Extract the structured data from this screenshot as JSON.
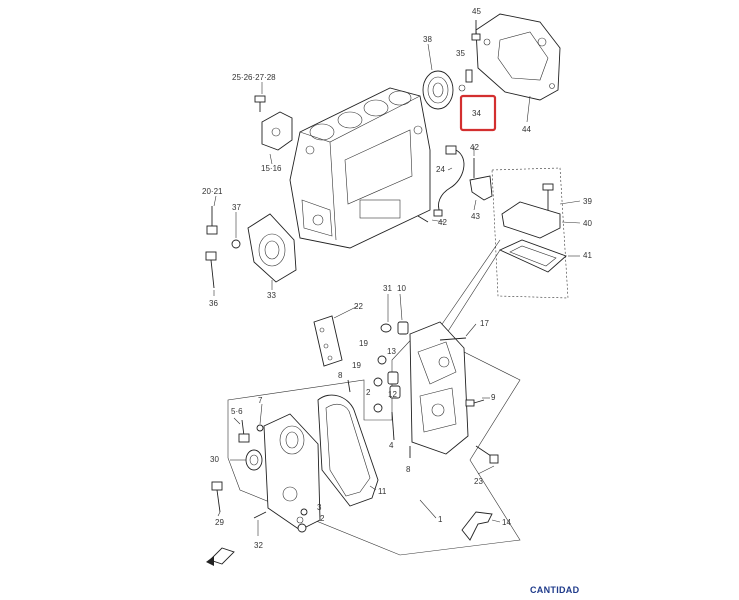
{
  "diagram": {
    "labels": {
      "l45": "45",
      "l38": "38",
      "l35": "35",
      "l34": "34",
      "l44": "44",
      "l252627": "25·26·27·28",
      "l1516": "15·16",
      "l42a": "42",
      "l24": "24",
      "l43": "43",
      "l42b": "42",
      "l2021": "20·21",
      "l37": "37",
      "l36": "36",
      "l33": "33",
      "l39": "39",
      "l40": "40",
      "l41": "41",
      "l22": "22",
      "l31": "31",
      "l10": "10",
      "l17": "17",
      "l19a": "19",
      "l13": "13",
      "l19b": "19",
      "l8a": "8",
      "l2a": "2",
      "l12": "12",
      "l4": "4",
      "l9": "9",
      "l56": "5·6",
      "l7": "7",
      "l8b": "8",
      "l30": "30",
      "l23": "23",
      "l11": "11",
      "l3": "3",
      "l2b": "2",
      "l1": "1",
      "l29": "29",
      "l32": "32",
      "l14": "14"
    },
    "highlight_color": "#d32f2f"
  },
  "footer": {
    "label": "CANTIDAD"
  }
}
